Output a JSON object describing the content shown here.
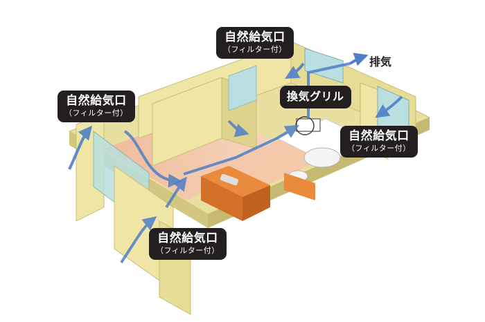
{
  "labels": {
    "supply_top": {
      "title": "自然給気口",
      "sub": "（フィルター付）"
    },
    "supply_left": {
      "title": "自然給気口",
      "sub": "（フィルター付）"
    },
    "supply_right": {
      "title": "自然給気口",
      "sub": "（フィルター付）"
    },
    "supply_bottom": {
      "title": "自然給気口",
      "sub": "（フィルター付）"
    },
    "exhaust_grille": "換気グリル",
    "exhaust": "排気"
  },
  "colors": {
    "wall": "#efe6a6",
    "wall_shade": "#d9cf86",
    "floor_warm": "#f0b999",
    "floor_cool": "#f6d2bd",
    "airflow": "#4f7fc7",
    "label_bg": "#231f20",
    "glass": "#b9dfe0"
  }
}
